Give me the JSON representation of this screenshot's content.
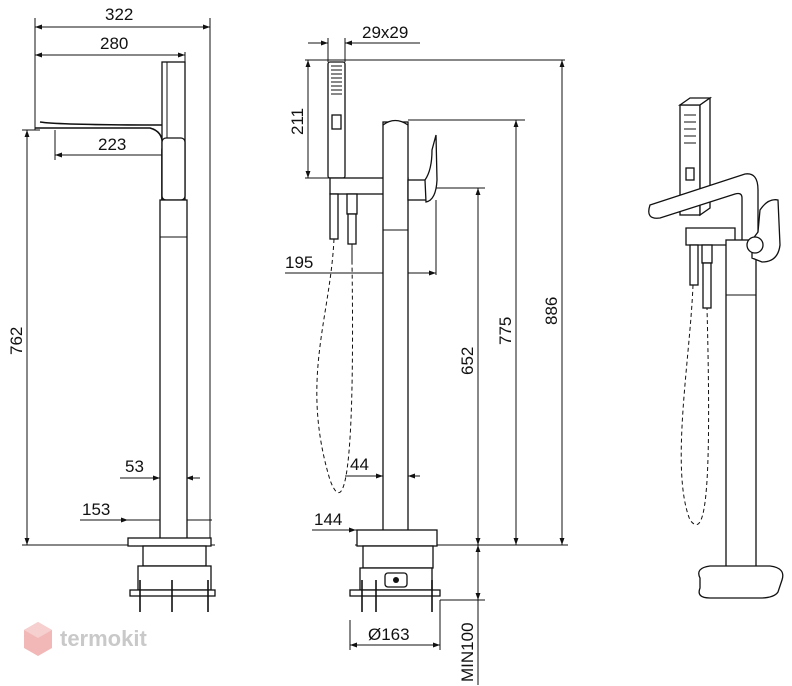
{
  "dimensions": {
    "d322": "322",
    "d280": "280",
    "d223": "223",
    "d762": "762",
    "d53": "53",
    "d153": "153",
    "d29x29": "29x29",
    "d211": "211",
    "d195": "195",
    "d652": "652",
    "d775": "775",
    "d886": "886",
    "d44": "44",
    "d144": "144",
    "d163": "Ø163",
    "min100": "MIN100"
  },
  "watermark": {
    "brand": "termokit"
  },
  "colors": {
    "line": "#111111",
    "watermark_text": "#c9c9c9",
    "watermark_logo": "#f2b8b8"
  }
}
